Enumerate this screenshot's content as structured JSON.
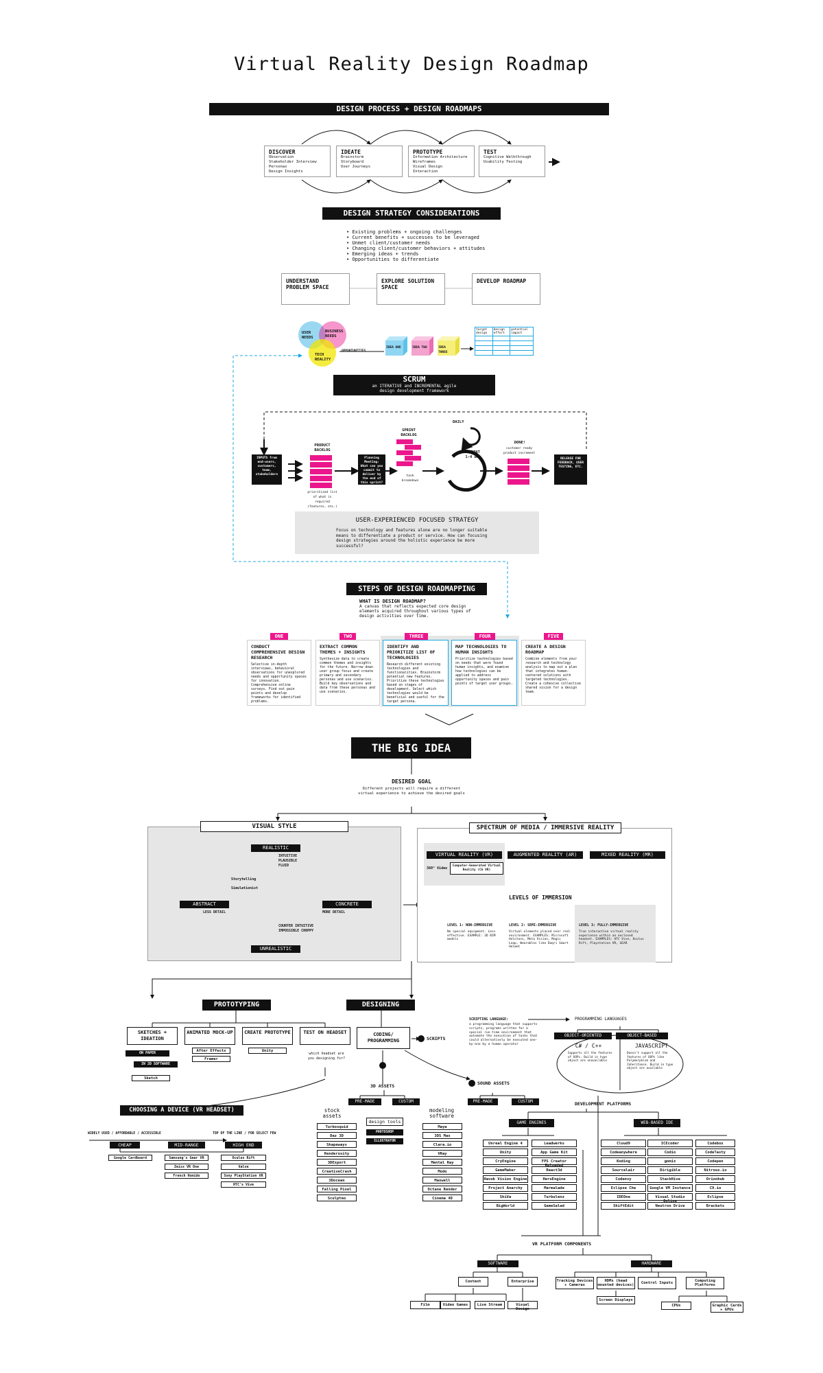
{
  "title": "Virtual Reality Design Roadmap",
  "process": {
    "header": "DESIGN PROCESS + DESIGN ROADMAPS",
    "steps": [
      {
        "name": "DISCOVER",
        "items": [
          "Observation",
          "Stakeholder Interview",
          "Personas",
          "Design Insights"
        ]
      },
      {
        "name": "IDEATE",
        "items": [
          "Brainstorm",
          "Storyboard",
          "User Journeys"
        ]
      },
      {
        "name": "PROTOTYPE",
        "items": [
          "Information Architecture",
          "Wireframes",
          "Visual Design",
          "Interaction"
        ]
      },
      {
        "name": "TEST",
        "items": [
          "Cognitive Walkthrough",
          "Usability Testing"
        ]
      }
    ]
  },
  "strategy": {
    "header": "DESIGN STRATEGY CONSIDERATIONS",
    "bullets": [
      "Existing problems + ongoing challenges",
      "Current benefits + successes to be leveraged",
      "Unmet client/customer needs",
      "Changing client/customer behaviors + attitudes",
      "Emerging ideas + trends",
      "Opportunities to differentiate"
    ],
    "phases": [
      "UNDERSTAND PROBLEM SPACE",
      "EXPLORE SOLUTION SPACE",
      "DEVELOP ROADMAP"
    ],
    "venn": [
      "USER NEEDS",
      "BUSINESS NEEDS",
      "TECH REALITY"
    ],
    "opportunities": "OPPORTUNITIES",
    "ideas": [
      "IDEA ONE",
      "IDEA TWO",
      "IDEA THREE"
    ],
    "table_headers": [
      "target design",
      "design effort",
      "potential impact"
    ]
  },
  "scrum": {
    "title": "SCRUM",
    "sub1": "an ITERATIVE and INCREMENTAL agile",
    "sub2": "design development framework",
    "inputs": "INPUTS from end-users, customers, team, stakeholders",
    "product_backlog": "PRODUCT BACKLOG",
    "backlog_note": "prioritized list of what is required (features, etc.)",
    "planning": "Planning Meeting: What can you commit to deliver by the end of this sprint?",
    "sprint_backlog": "SPRINT BACKLOG",
    "task_breakdown": "task breakdown",
    "daily": "DAILY",
    "sprint": "SPRINT 1-4 wks",
    "done": "DONE!",
    "done_note": "customer ready product increment",
    "release": "RELEASE FOR FEEDBACK, USER TESTING, ETC."
  },
  "ux": {
    "title": "USER-EXPERIENCED FOCUSED STRATEGY",
    "body": "Focus on technology and features alone are no longer suitable means to differentiate a product or service. How can focusing design strategies around the holistic experience be more successful?"
  },
  "roadmapping": {
    "header": "STEPS OF DESIGN ROADMAPPING",
    "what": "WHAT IS DESIGN ROADMAP?",
    "what_body": "A canvas that reflects expected core design elements acquired throughout various types of design activities over time.",
    "steps": [
      {
        "num": "ONE",
        "title": "CONDUCT COMPREHENSIVE DESIGN RESEARCH",
        "body": "Selective in-depth interviews, behavioral observations for unexplored needs and opportunity spaces for innovation. Comprehensive online surveys. Find out pain points and develop frameworks for identified problems."
      },
      {
        "num": "TWO",
        "title": "EXTRACT COMMON THEMES + INSIGHTS",
        "body": "Synthesize data to create common themes and insights for the future. Narrow down user group focus and create primary and secondary personas and use scenarios. Build key observations and data from these personas and use scenarios."
      },
      {
        "num": "THREE",
        "title": "IDENTIFY AND PRIORITIZE LIST OF TECHNOLOGIES",
        "body": "Research different existing technologies and functionalities. Brainstorm potential new features. Prioritize these technologies based on stages of development. Select which technologies would be beneficial and useful for the target persona."
      },
      {
        "num": "FOUR",
        "title": "MAP TECHNOLOGIES TO HUMAN INSIGHTS",
        "body": "Prioritize technologies based on needs that were found human insights, and examine how technologies can be applied to address opportunity spaces and pain points of target user groups."
      },
      {
        "num": "FIVE",
        "title": "CREATE A DESIGN ROADMAP",
        "body": "Combine elements from your research and technology analysis to map out a plan that integrates human-centered solutions with targeted technologies. Create a cohesive collective shared vision for a design team."
      }
    ]
  },
  "big_idea": {
    "title": "THE BIG IDEA",
    "goal": "DESIRED GOAL",
    "goal_body": "Different projects will require a different virtual experience to achieve the desired goals"
  },
  "visual_style": {
    "title": "VISUAL STYLE",
    "realistic": "REALISTIC",
    "realistic_notes": "INTUITIVE PLAUSIBLE FLUID",
    "storytelling": "Storytelling",
    "simulationist": "Simulationist",
    "abstract": "ABSTRACT",
    "less": "LESS DETAIL",
    "concrete": "CONCRETE",
    "more": "MORE DETAIL",
    "unrealistic": "UNREALISTIC",
    "unrealistic_notes": "COUNTER INTUITIVE IMPOSSIBLE CHOPPY"
  },
  "spectrum": {
    "title": "SPECTRUM OF MEDIA / IMMERSIVE REALITY",
    "vr": "VIRTUAL REALITY (VR)",
    "ar": "AUGMENTED REALITY (AR)",
    "mr": "MIXED REALITY (MR)",
    "video": "360° Video",
    "cg": "Computer-Generated Virtual Reality (CG VR)",
    "levels_title": "LEVELS OF IMMERSION",
    "levels": [
      {
        "name": "LEVEL 1: NON-IMMERSIVE",
        "body": "No special equipment. Less effective. EXAMPLE: 3D BIM models"
      },
      {
        "name": "LEVEL 2: SEMI-IMMERSIVE",
        "body": "Virtual elements placed over real environment. EXAMPLES: Microsoft Hololens, Meta Vision, Magic Leap, Wearables like Daqri Smart Helmet"
      },
      {
        "name": "LEVEL 3: FULLY-IMMERSIVE",
        "body": "True interactive virtual reality experience within an enclosed headset. EXAMPLES: HTC Vive, Oculus Rift, Playstation VR, GEAR"
      }
    ]
  },
  "prototyping": {
    "title": "PROTOTYPING",
    "cols": [
      "SKETCHES + IDEATION",
      "ANIMATED MOCK-UP",
      "CREATE PROTOTYPE",
      "TEST ON HEADSET"
    ],
    "on_paper": "ON PAPER",
    "in_2d": "IN 2D SOFTWARE",
    "sketch": "Sketch",
    "after_effects": "After Effects",
    "framer": "Framer",
    "unity": "Unity",
    "which_headset": "which headset are you designing for?"
  },
  "device": {
    "title": "CHOOSING A DEVICE (VR HEADSET)",
    "range_left": "WIDELY USED / AFFORDABLE / ACCESSIBLE",
    "range_right": "TOP OF THE LINE / FOR SELECT FEW",
    "tiers": [
      {
        "name": "CHEAP",
        "items": [
          "Google Cardboard"
        ]
      },
      {
        "name": "MID-RANGE",
        "items": [
          "Samsung's Gear VR",
          "Zeiss VR One",
          "French Homido"
        ]
      },
      {
        "name": "HIGH END",
        "items": [
          "Oculus Rift",
          "Valve",
          "Sony PlayStation VR",
          "HTC's Vive"
        ]
      }
    ]
  },
  "designing": {
    "title": "DESIGNING",
    "coding": "CODING/ PROGRAMMING",
    "scripts": "SCRIPTS",
    "scripting_label": "SCRIPTING LANGUAGE:",
    "scripting_body": "a programming language that supports scripts, programs written for a special run-time environment that automate the execution of tasks that could alternatively be executed one-by-one by a human operator",
    "programming_languages": "PROGRAMMING LANGUAGES",
    "oo": "OBJECT-ORIENTED",
    "ob": "OBJECT-BASED",
    "csharp": "C# / C++",
    "csharp_body": "Supports all the features of OOPs. Build in type object are unavailable",
    "js": "JAVASCRIPT",
    "js_body": "Doesn't support all the features of OOPs like Polymorphism and Inheritance. Build in type object are available",
    "assets3d": "3D ASSETS",
    "premade": "PRE-MADE",
    "custom": "CUSTOM",
    "stock": "stock assets",
    "stock_items": [
      "Turbosquid",
      "Daz 3D",
      "Shapeways",
      "Renderosity",
      "3DExport",
      "CreativeCrash",
      "3Docean",
      "Falling Pixel",
      "Sculpteo"
    ],
    "design_tools": "design tools",
    "photoshop": "PHOTOSHOP",
    "illustrator": "ILLUSTRATOR",
    "modeling": "modeling software",
    "modeling_items": [
      "Maya",
      "3DS Max",
      "Clara.io",
      "VRay",
      "Mental Ray",
      "Modo",
      "Maxwell",
      "Octane Render",
      "Cinema 4D"
    ],
    "sound": "SOUND ASSETS",
    "s_premade": "PRE-MADE",
    "s_custom": "CUSTOM"
  },
  "dev": {
    "title": "DEVELOPMENT PLATFORMS",
    "game_engines": "GAME ENGINES",
    "web_ide": "WEB-BASED IDE",
    "ge_left": [
      "Unreal Engine 4",
      "Unity",
      "CryEngine",
      "GameMaker",
      "Havok Vision Engine",
      "Project Anarchy",
      "ShiVa",
      "BigWorld"
    ],
    "ge_right": [
      "Leadwerks",
      "App Game Kit",
      "FPS Creator Reloaded",
      "React3d",
      "HeroEngine",
      "Marmalade",
      "Turbulenz",
      "GameSalad"
    ],
    "ide_a": [
      "Cloud9",
      "Codeanywhere",
      "Koding",
      "Sourcelair",
      "Codenvy",
      "Eclipse Che",
      "IDEOne",
      "ShiftEdit"
    ],
    "ide_b": [
      "ICEcoder",
      "Codio",
      "gomix",
      "Dirigible",
      "StackHive",
      "Google VM Instance",
      "Visual Studio Online",
      "Neutron Drive"
    ],
    "ide_c": [
      "Codebox",
      "CodeTasty",
      "Codepen",
      "Nitrous.io",
      "Orionhub",
      "C9.io",
      "Eclipse",
      "Brackets"
    ]
  },
  "vrpc": {
    "title": "VR PLATFORM COMPONENTS",
    "software": "SOFTWARE",
    "hardware": "HARDWARE",
    "content": "Content",
    "enterprise": "Enterprise",
    "visual_design": "Visual Design",
    "content_items": [
      "Film",
      "Video Games",
      "Live Stream"
    ],
    "hw_items": [
      "Tracking Devices + Cameras",
      "HDMs (head mounted devices)",
      "Control Inputs",
      "Computing Platforms"
    ],
    "screen": "Screen Displays",
    "cpus": "CPUs",
    "gpus": "Graphic Cards + GPUs"
  },
  "colors": {
    "pink": "#ec168c",
    "blue": "#1ea8e0",
    "black": "#111111",
    "gray": "#e6e6e6"
  }
}
